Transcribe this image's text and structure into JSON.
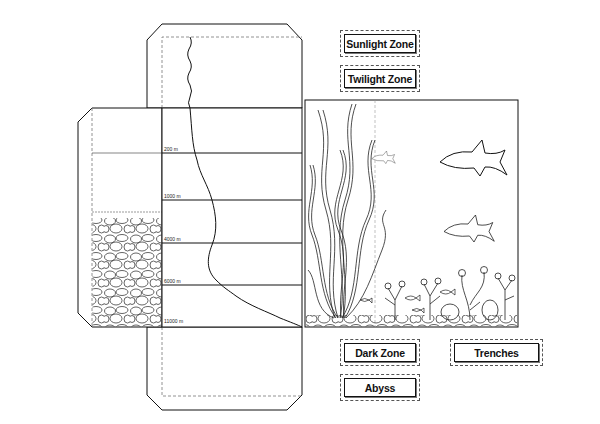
{
  "diagram": {
    "nodes": [
      {
        "text": [
          "Sunlight Zone"
        ]
      },
      {
        "text": [
          "Twilight Zone"
        ]
      },
      {
        "text": [
          "Dark Zone"
        ]
      },
      {
        "text": [
          "Trenches"
        ]
      },
      {
        "text": [
          "Abyss"
        ]
      }
    ],
    "labels": [
      "200 m",
      "1000 m",
      "4000 m",
      "6000 m",
      "11000 m"
    ]
  }
}
